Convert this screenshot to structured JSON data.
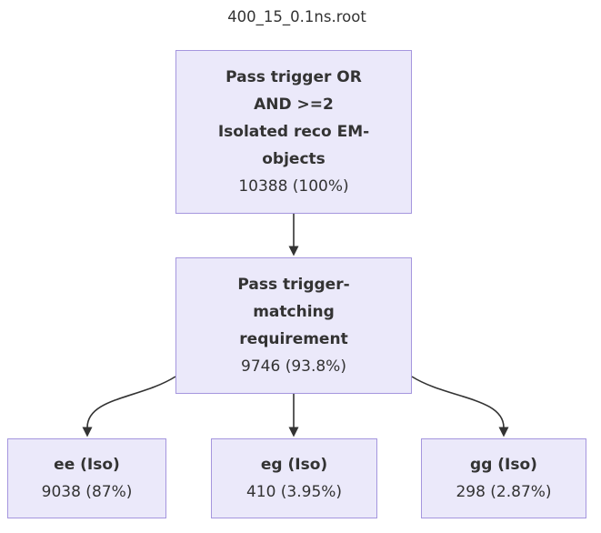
{
  "title": "400_15_0.1ns.root",
  "nodes": {
    "root": {
      "label": "Pass trigger OR\nAND >=2\nIsolated reco EM-\nobjects",
      "count": "10388 (100%)"
    },
    "match": {
      "label": "Pass trigger-\nmatching\nrequirement",
      "count": "9746 (93.8%)"
    },
    "ee": {
      "label": "ee (Iso)",
      "count": "9038 (87%)"
    },
    "eg": {
      "label": "eg (Iso)",
      "count": "410 (3.95%)"
    },
    "gg": {
      "label": "gg (Iso)",
      "count": "298 (2.87%)"
    }
  },
  "colors": {
    "node_fill": "#EBE9FA",
    "node_border": "#A596DE",
    "edge_color": "#333333",
    "text_color": "#333333",
    "bg": "#FFFFFF"
  }
}
